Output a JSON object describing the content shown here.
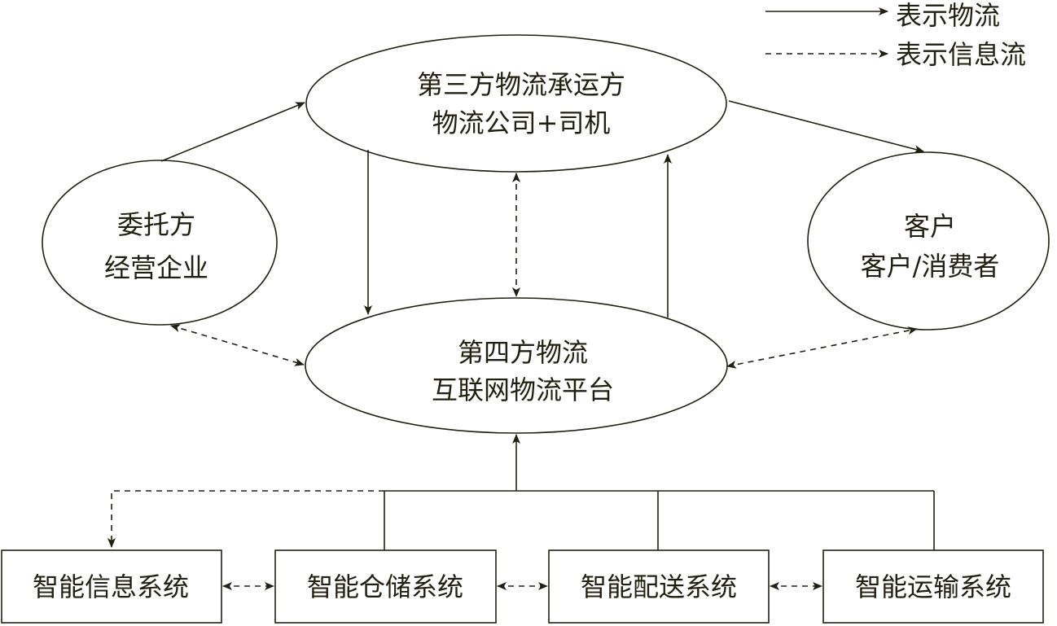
{
  "colors": {
    "stroke": "#231f10",
    "background": "#ffffff"
  },
  "legend": {
    "material_flow": "表示物流",
    "information_flow": "表示信息流"
  },
  "nodes": {
    "third_party": {
      "line1": "第三方物流承运方",
      "line2": "物流公司+司机"
    },
    "consignor": {
      "line1": "委托方",
      "line2": "经营企业"
    },
    "customer": {
      "line1": "客户",
      "line2": "客户/消费者"
    },
    "fourth_party": {
      "line1": "第四方物流",
      "line2": "互联网物流平台"
    }
  },
  "systems": {
    "information": "智能信息系统",
    "warehouse": "智能仓储系统",
    "delivery": "智能配送系统",
    "transport": "智能运输系统"
  }
}
